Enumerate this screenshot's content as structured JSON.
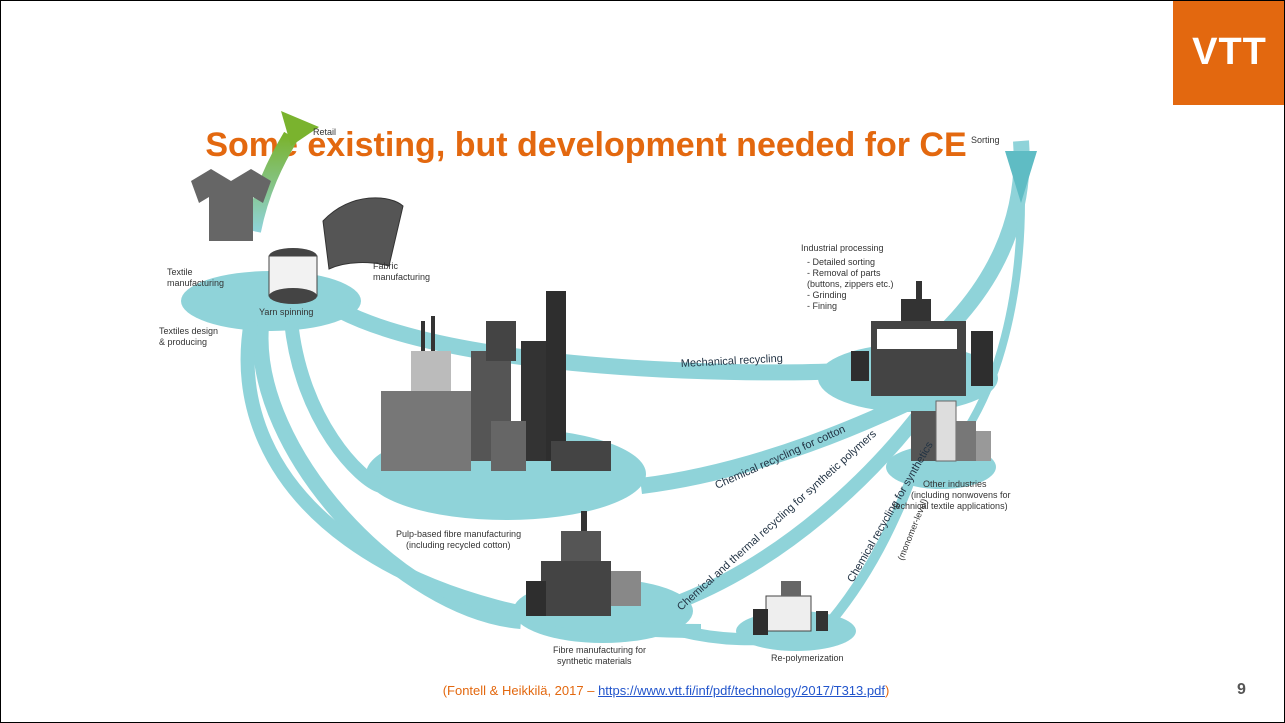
{
  "logo": "VTT",
  "title": "Some existing, but development needed for CE",
  "diagram": {
    "retail": "Retail",
    "sorting": "Sorting",
    "textile_manufacturing": [
      "Textile",
      "manufacturing"
    ],
    "fabric_manufacturing": [
      "Fabric",
      "manufacturing"
    ],
    "yarn_spinning": "Yarn spinning",
    "textiles_design": [
      "Textiles design",
      "& producing"
    ],
    "industrial_processing": {
      "heading": "Industrial processing",
      "items": [
        "- Detailed sorting",
        "- Removal of parts",
        "  (buttons, zippers etc.)",
        "- Grinding",
        "- Fining"
      ]
    },
    "mechanical_recycling": "Mechanical recycling",
    "chemical_cotton": "Chemical recycling for cotton",
    "chemical_thermal": "Chemical and thermal recycling  for synthetic polymers",
    "chemical_synthetics": "Chemical recycling for synthetics",
    "monomer_level": "(monomer-level)",
    "pulp_based": [
      "Pulp-based fibre manufacturing",
      "(including recycled cotton)"
    ],
    "fibre_synthetic": [
      "Fibre manufacturing for",
      "synthetic materials"
    ],
    "re_polymerization": "Re-polymerization",
    "other_industries": [
      "Other industries",
      "(including nonwovens for",
      "technical textile applications)"
    ]
  },
  "citation": {
    "prefix": "(Fontell & Heikkilä, 2017 – ",
    "link": "https://www.vtt.fi/inf/pdf/technology/2017/T313.pdf",
    "suffix": ")"
  },
  "page_number": "9",
  "colors": {
    "accent": "#e3680f",
    "flow": "#8fd3d9",
    "flow_dark": "#5fbcc4",
    "building": "#555555"
  }
}
